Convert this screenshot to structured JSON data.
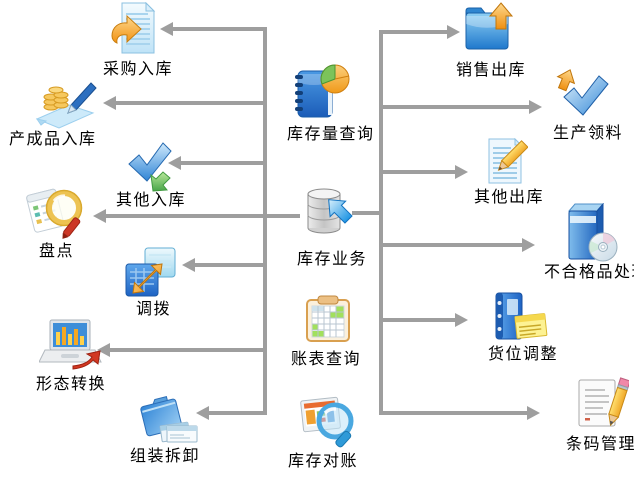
{
  "colors": {
    "background": "#ffffff",
    "connector": "#9e9e9e",
    "label_text": "#000000",
    "folder_blue": "#1f78cc",
    "arrow_orange": "#f09010",
    "check_green": "#4aa54a",
    "alert_red": "#d23822"
  },
  "nodes": {
    "inventory_business": {
      "label": "库存业务"
    },
    "inventory_qty_query": {
      "label": "库存量查询"
    },
    "report_query": {
      "label": "账表查询"
    },
    "inventory_reconciliation": {
      "label": "库存对账"
    },
    "purchase_inbound": {
      "label": "采购入库"
    },
    "finished_goods_inbound": {
      "label": "产成品入库"
    },
    "other_inbound": {
      "label": "其他入库"
    },
    "stock_count": {
      "label": "盘点"
    },
    "transfer": {
      "label": "调拨"
    },
    "form_conversion": {
      "label": "形态转换"
    },
    "assembly_disassembly": {
      "label": "组装拆卸"
    },
    "sales_outbound": {
      "label": "销售出库"
    },
    "production_requisition": {
      "label": "生产领料"
    },
    "other_outbound": {
      "label": "其他出库"
    },
    "defective_processing": {
      "label": "不合格品处理"
    },
    "location_adjustment": {
      "label": "货位调整"
    },
    "barcode_management": {
      "label": "条码管理"
    }
  },
  "icons": {
    "purchase_inbound": "document-redo-arrow-icon",
    "finished_goods_inbound": "paper-coins-pen-icon",
    "other_inbound": "check-green-arrow-icon",
    "stock_count": "checklist-magnifier-icon",
    "transfer": "windows-double-arrow-icon",
    "form_conversion": "laptop-chart-red-arrow-icon",
    "assembly_disassembly": "folder-sheets-icon",
    "inventory_qty_query": "book-pie-chart-icon",
    "inventory_business": "database-arrow-icon",
    "report_query": "clipboard-grid-icon",
    "inventory_reconciliation": "monitor-magnifier-icon",
    "sales_outbound": "folder-up-arrow-icon",
    "production_requisition": "check-up-arrow-icon",
    "other_outbound": "document-pencil-icon",
    "defective_processing": "software-box-cd-icon",
    "location_adjustment": "binder-note-icon",
    "barcode_management": "document-yellow-pencil-icon"
  }
}
